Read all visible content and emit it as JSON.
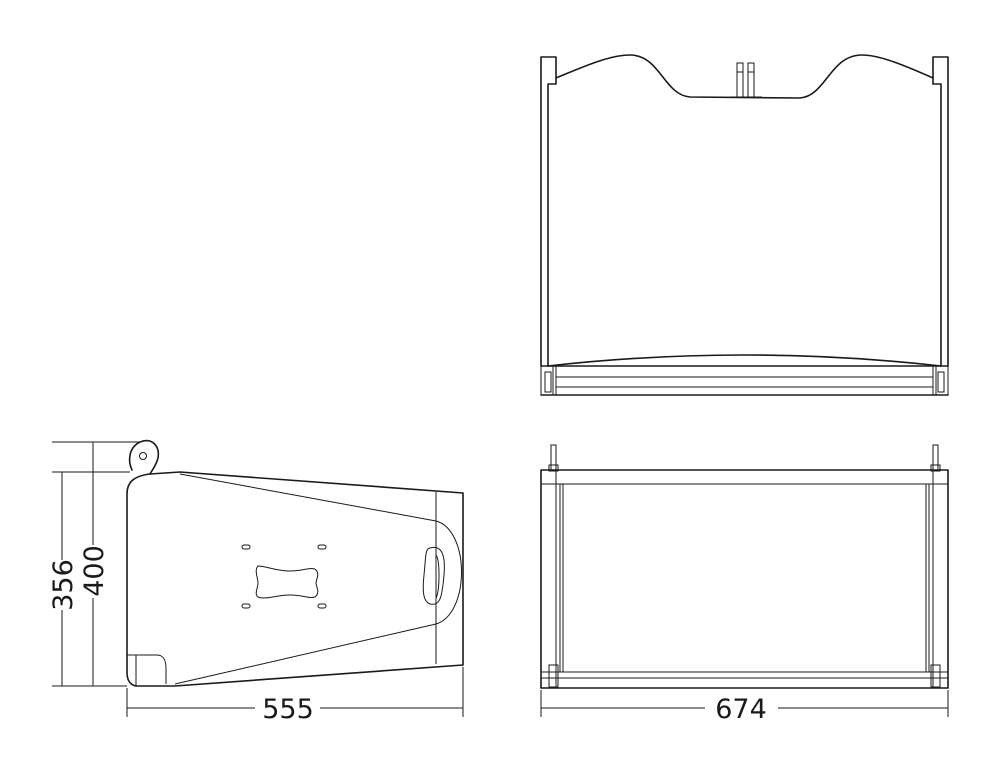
{
  "dimensions": {
    "height_outer": "400",
    "height_inner": "356",
    "depth": "555",
    "width": "674"
  },
  "colors": {
    "line": "#1a1a1a",
    "background": "#ffffff"
  }
}
